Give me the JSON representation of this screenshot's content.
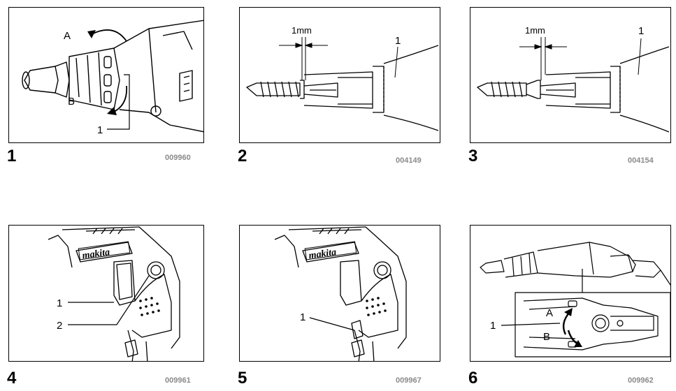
{
  "figures": [
    {
      "number": "1",
      "code": "009960",
      "labels": {
        "a": "A",
        "b": "B",
        "callout1": "1"
      }
    },
    {
      "number": "2",
      "code": "004149",
      "labels": {
        "gap": "1mm",
        "callout1": "1"
      }
    },
    {
      "number": "3",
      "code": "004154",
      "labels": {
        "gap": "1mm",
        "callout1": "1"
      }
    },
    {
      "number": "4",
      "code": "009961",
      "labels": {
        "callout1": "1",
        "callout2": "2"
      }
    },
    {
      "number": "5",
      "code": "009967",
      "labels": {
        "callout1": "1"
      }
    },
    {
      "number": "6",
      "code": "009962",
      "labels": {
        "a": "A",
        "b": "B",
        "callout1": "1"
      }
    }
  ],
  "brand_logo_text": "makita"
}
